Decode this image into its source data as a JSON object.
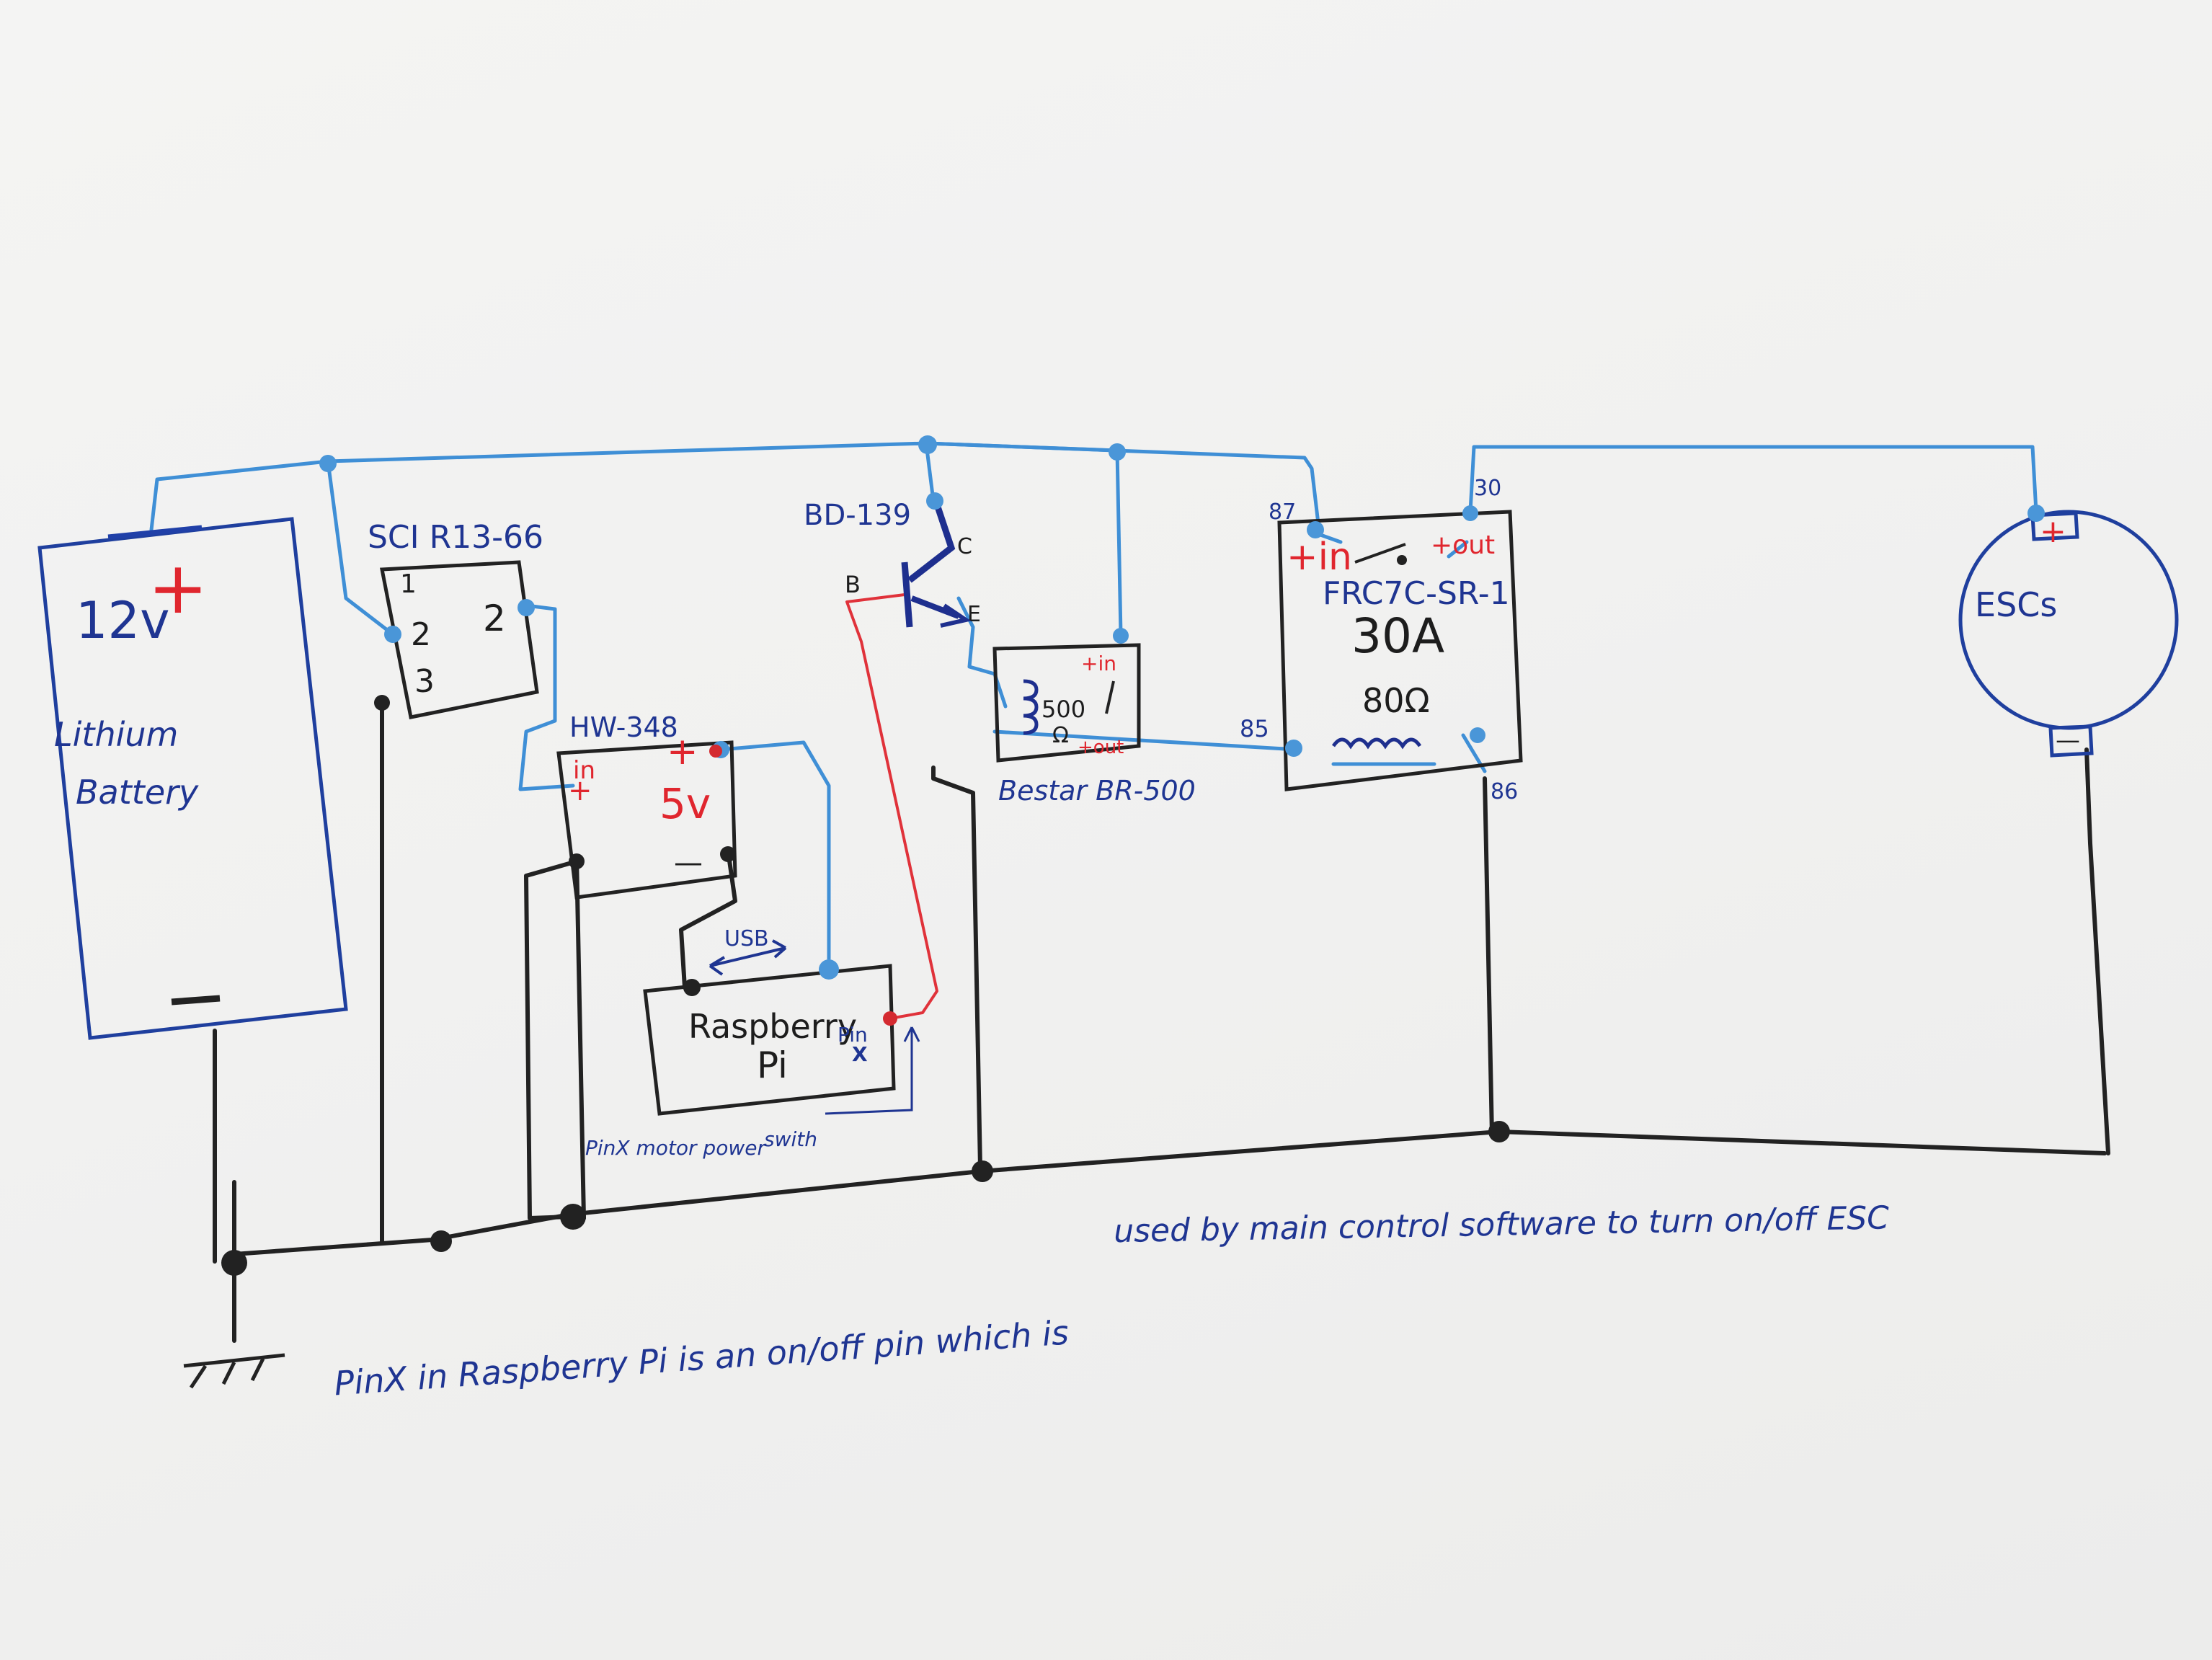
{
  "battery": {
    "voltage": "12v",
    "plus": "+",
    "minus": "—",
    "label_line1": "Lithium",
    "label_line2": "Battery"
  },
  "switch": {
    "name": "SCI R13-66",
    "pin1": "1",
    "pin2": "2",
    "pin3": "3",
    "pin2_right": "2"
  },
  "regulator": {
    "name": "HW-348",
    "in_label": "in",
    "in_plus": "+",
    "out_plus": "+",
    "voltage": "5v",
    "minus": "—"
  },
  "pi": {
    "usb_label": "USB",
    "name_line1": "Raspberry",
    "name_line2": "Pi",
    "pin_label": "Pin",
    "pin_mark": "X",
    "pin_caption_line1": "PinX motor power",
    "pin_caption_line2": "swith"
  },
  "transistor": {
    "name": "BD-139",
    "base": "B",
    "collector": "C",
    "emitter": "E"
  },
  "small_relay": {
    "name": "Bestar BR-500",
    "coil": "500",
    "ohm": "Ω",
    "plus_in": "+in",
    "plus_out": "+out"
  },
  "main_relay": {
    "name": "FRC7C-SR-1",
    "rating": "30A",
    "coil": "80Ω",
    "pin87": "87",
    "pin30": "30",
    "pin85": "85",
    "pin86": "86",
    "plus_in": "+in",
    "plus_out": "+out"
  },
  "esc": {
    "name": "ESCs",
    "plus": "+",
    "minus": "—"
  },
  "notes": {
    "line1": "used by main control software to turn on/off ESC",
    "line2": "PinX in Raspberry Pi is an on/off pin which is"
  },
  "ground_symbol": "ground-icon"
}
